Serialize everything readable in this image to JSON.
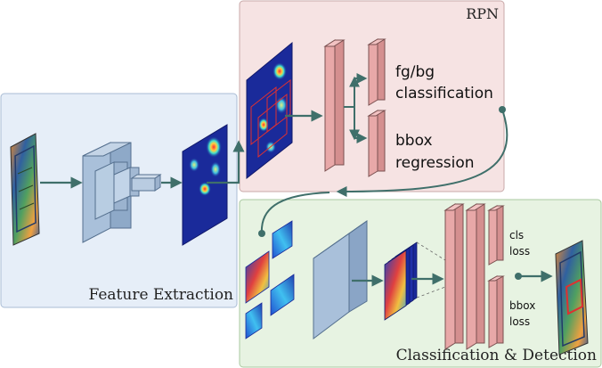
{
  "panels": {
    "rpn": {
      "title": "RPN",
      "fill": "#f6e3e3",
      "stroke": "#c8a8a8"
    },
    "feature": {
      "title": "Feature Extraction",
      "fill": "#e6eef8",
      "stroke": "#a9bcd4"
    },
    "classification": {
      "title": "Classification & Detection",
      "fill": "#e7f3e2",
      "stroke": "#a9c9a0"
    }
  },
  "rpn_outputs": {
    "cls_line1": "fg/bg",
    "cls_line2": "classification",
    "reg_line1": "bbox",
    "reg_line2": "regression"
  },
  "head_outputs": {
    "cls_line1": "cls",
    "cls_line2": "loss",
    "bbox_line1": "bbox",
    "bbox_line2": "loss"
  },
  "colors": {
    "arrow": "#3f6f6a",
    "fc_layer": "#e8a8a8",
    "fc_stroke": "#7a5050",
    "conv_block": "#a9c0da",
    "conv_stroke": "#55708f",
    "feature_map": "#1a2a9a",
    "proposal_box": "#e03030"
  },
  "icons": [
    "xray-input-image-icon",
    "xray-output-image-icon"
  ]
}
